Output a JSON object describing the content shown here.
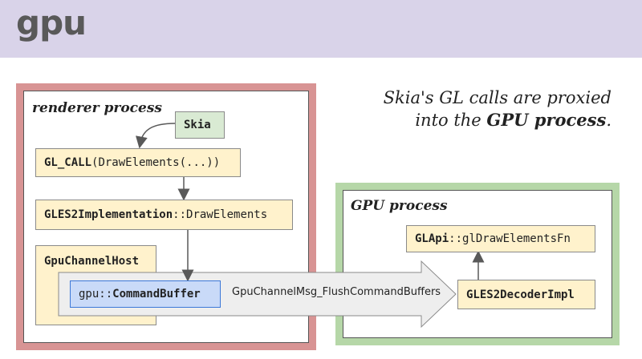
{
  "header": {
    "title": "gpu"
  },
  "caption": {
    "line1": "Skia's GL calls are proxied",
    "line2_prefix": "into the ",
    "line2_bold": "GPU process",
    "line2_suffix": "."
  },
  "renderer": {
    "label": "renderer process",
    "skia": "Skia",
    "gl_call_bold": "GL_CALL",
    "gl_call_rest": "(DrawElements(...))",
    "gles2impl_bold": "GLES2Implementation",
    "gles2impl_rest": "::DrawElements",
    "channel_host": "GpuChannelHost",
    "cmdbuf_prefix": "gpu::",
    "cmdbuf_bold": "CommandBuffer"
  },
  "message": {
    "label": "GpuChannelMsg_FlushCommandBuffers"
  },
  "gpu_process": {
    "label": "GPU process",
    "glapi_bold": "GLApi",
    "glapi_rest": "::glDrawElementsFn",
    "decoder": "GLES2DecoderImpl"
  },
  "colors": {
    "header_bg": "#d9d3e9",
    "renderer_border": "#d89494",
    "gpu_border": "#b6d7a8",
    "box_yellow": "#fff2cc",
    "box_green": "#d9ead3",
    "box_blue": "#c9daf8"
  }
}
